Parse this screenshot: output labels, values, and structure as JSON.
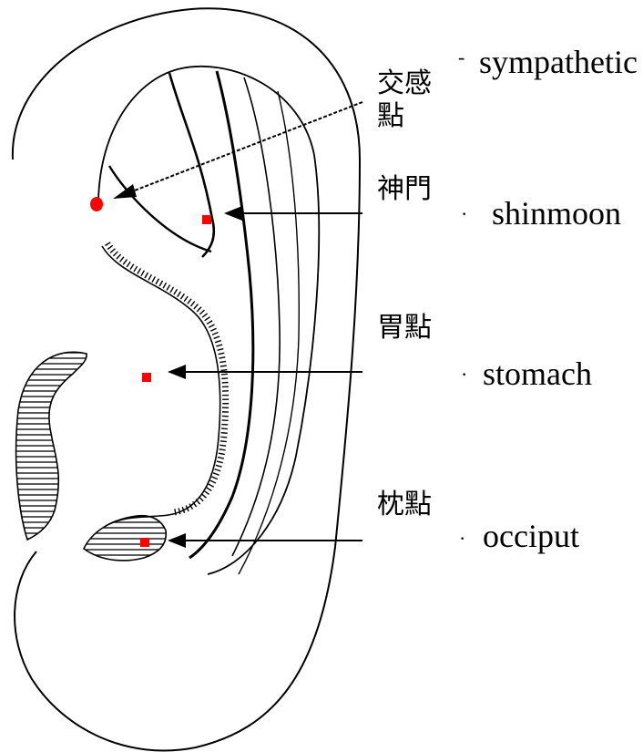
{
  "points": [
    {
      "id": "sympathetic",
      "chinese": "交感點",
      "english": "sympathetic"
    },
    {
      "id": "shinmoon",
      "chinese": "神門",
      "english": "shinmoon"
    },
    {
      "id": "stomach",
      "chinese": "胃點",
      "english": "stomach"
    },
    {
      "id": "occiput",
      "chinese": "枕點",
      "english": "occiput"
    }
  ],
  "colors": {
    "line": "#000000",
    "point_marker": "#ff0000",
    "background": "#ffffff"
  }
}
